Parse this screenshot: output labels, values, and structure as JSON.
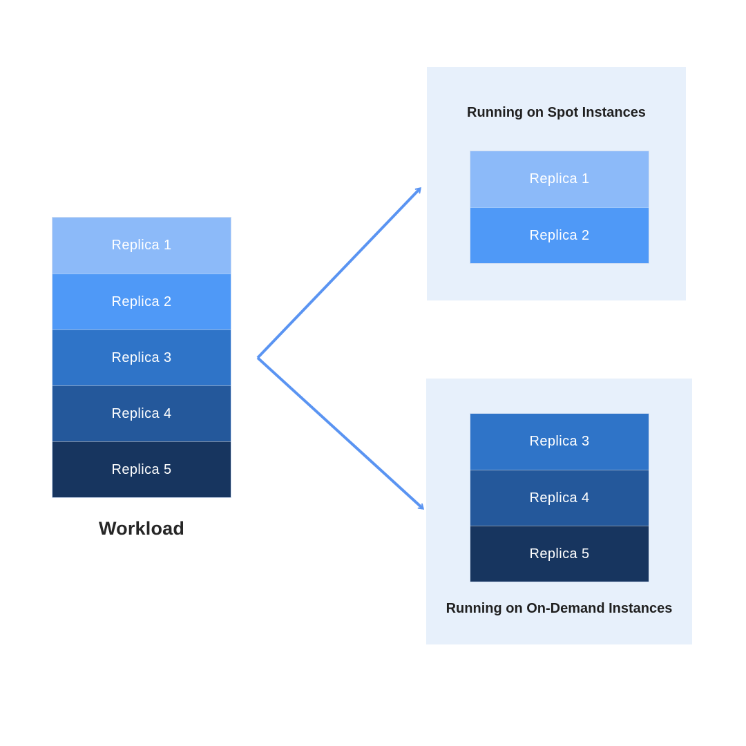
{
  "colors": {
    "background": "#ffffff",
    "panel_bg": "#e7f0fb",
    "arrow": "#5a94f2",
    "title_text": "#1f1f1f",
    "replica_text": "#ffffff",
    "block_border": "#d2dff3"
  },
  "workload": {
    "label": "Workload",
    "replicas": [
      {
        "label": "Replica 1",
        "color": "#8cbaf9"
      },
      {
        "label": "Replica 2",
        "color": "#4f99f7"
      },
      {
        "label": "Replica 3",
        "color": "#2f74c8"
      },
      {
        "label": "Replica 4",
        "color": "#24589b"
      },
      {
        "label": "Replica 5",
        "color": "#17355f"
      }
    ]
  },
  "spot_panel": {
    "title": "Running on Spot Instances",
    "replicas": [
      {
        "label": "Replica 1",
        "color": "#8cbaf9"
      },
      {
        "label": "Replica 2",
        "color": "#4f99f7"
      }
    ]
  },
  "ondemand_panel": {
    "title": "Running on On-Demand Instances",
    "replicas": [
      {
        "label": "Replica 3",
        "color": "#2f74c8"
      },
      {
        "label": "Replica 4",
        "color": "#24589b"
      },
      {
        "label": "Replica 5",
        "color": "#17355f"
      }
    ]
  }
}
